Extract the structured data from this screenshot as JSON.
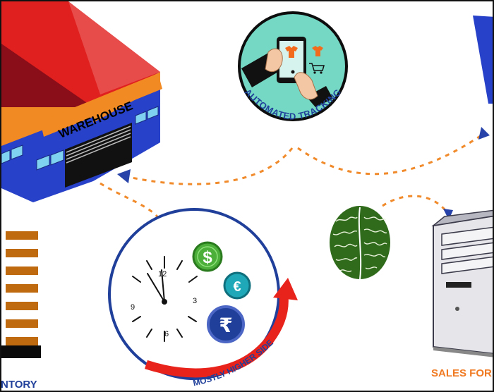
{
  "warehouse": {
    "sign": "WAREHOUSE"
  },
  "tracking": {
    "label": "AUTOMATED TRACKING"
  },
  "clock": {
    "numbers": {
      "twelve": "12",
      "three": "3",
      "six": "6",
      "nine": "9"
    },
    "arrow_label": "MOSTLY HIGHER SIDE",
    "currency": {
      "dollar": "$",
      "euro": "€",
      "rupee": "₹"
    }
  },
  "inventory": {
    "label": "NTORY"
  },
  "sales": {
    "label": "SALES FOR"
  },
  "colors": {
    "roof_red": "#e0201e",
    "roof_dark": "#8a0d1a",
    "wall_blue": "#2741c8",
    "band_orange": "#f28a23",
    "connector_orange": "#f08a2a",
    "arrowhead_blue": "#2742a8",
    "teal": "#74d8c4",
    "rising_arrow_red": "#e8231c",
    "shelf_brown": "#c06a10",
    "brain_green": "#2f6b1a"
  },
  "icons": [
    "warehouse-building",
    "smartphone-hand-icon",
    "clock-icon",
    "dollar-coin-icon",
    "euro-coin-icon",
    "rupee-coin-icon",
    "brain-icon",
    "computer-tower-icon",
    "inventory-stack-icon"
  ]
}
